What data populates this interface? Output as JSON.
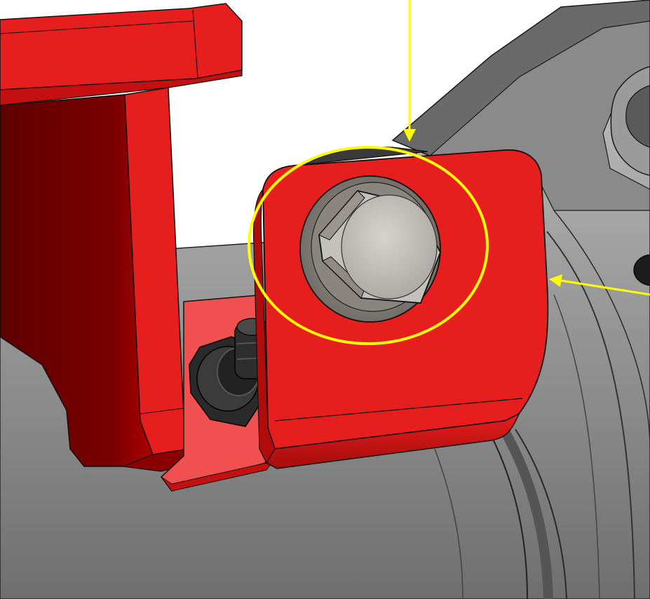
{
  "scene": {
    "view": "cad-3d-render",
    "highlighted_feature": "hex-bolt-with-washer",
    "annotations": [
      {
        "kind": "arrow",
        "points_to": "bracket-top-edge"
      },
      {
        "kind": "arrow",
        "points_to": "bracket-right-edge"
      },
      {
        "kind": "ellipse",
        "encircles": "hex-bolt-with-washer"
      }
    ]
  },
  "colors": {
    "background": "#ffffff",
    "bracket_red": "#e61e1e",
    "bracket_shadow": "#6e0000",
    "bracket_light": "#f04a4a",
    "housing_gray": "#8c8c8c",
    "housing_dark": "#3a3a3a",
    "bolt_gray": "#bdbab6",
    "annotation_yellow": "#ffff00",
    "outline": "#111111"
  }
}
